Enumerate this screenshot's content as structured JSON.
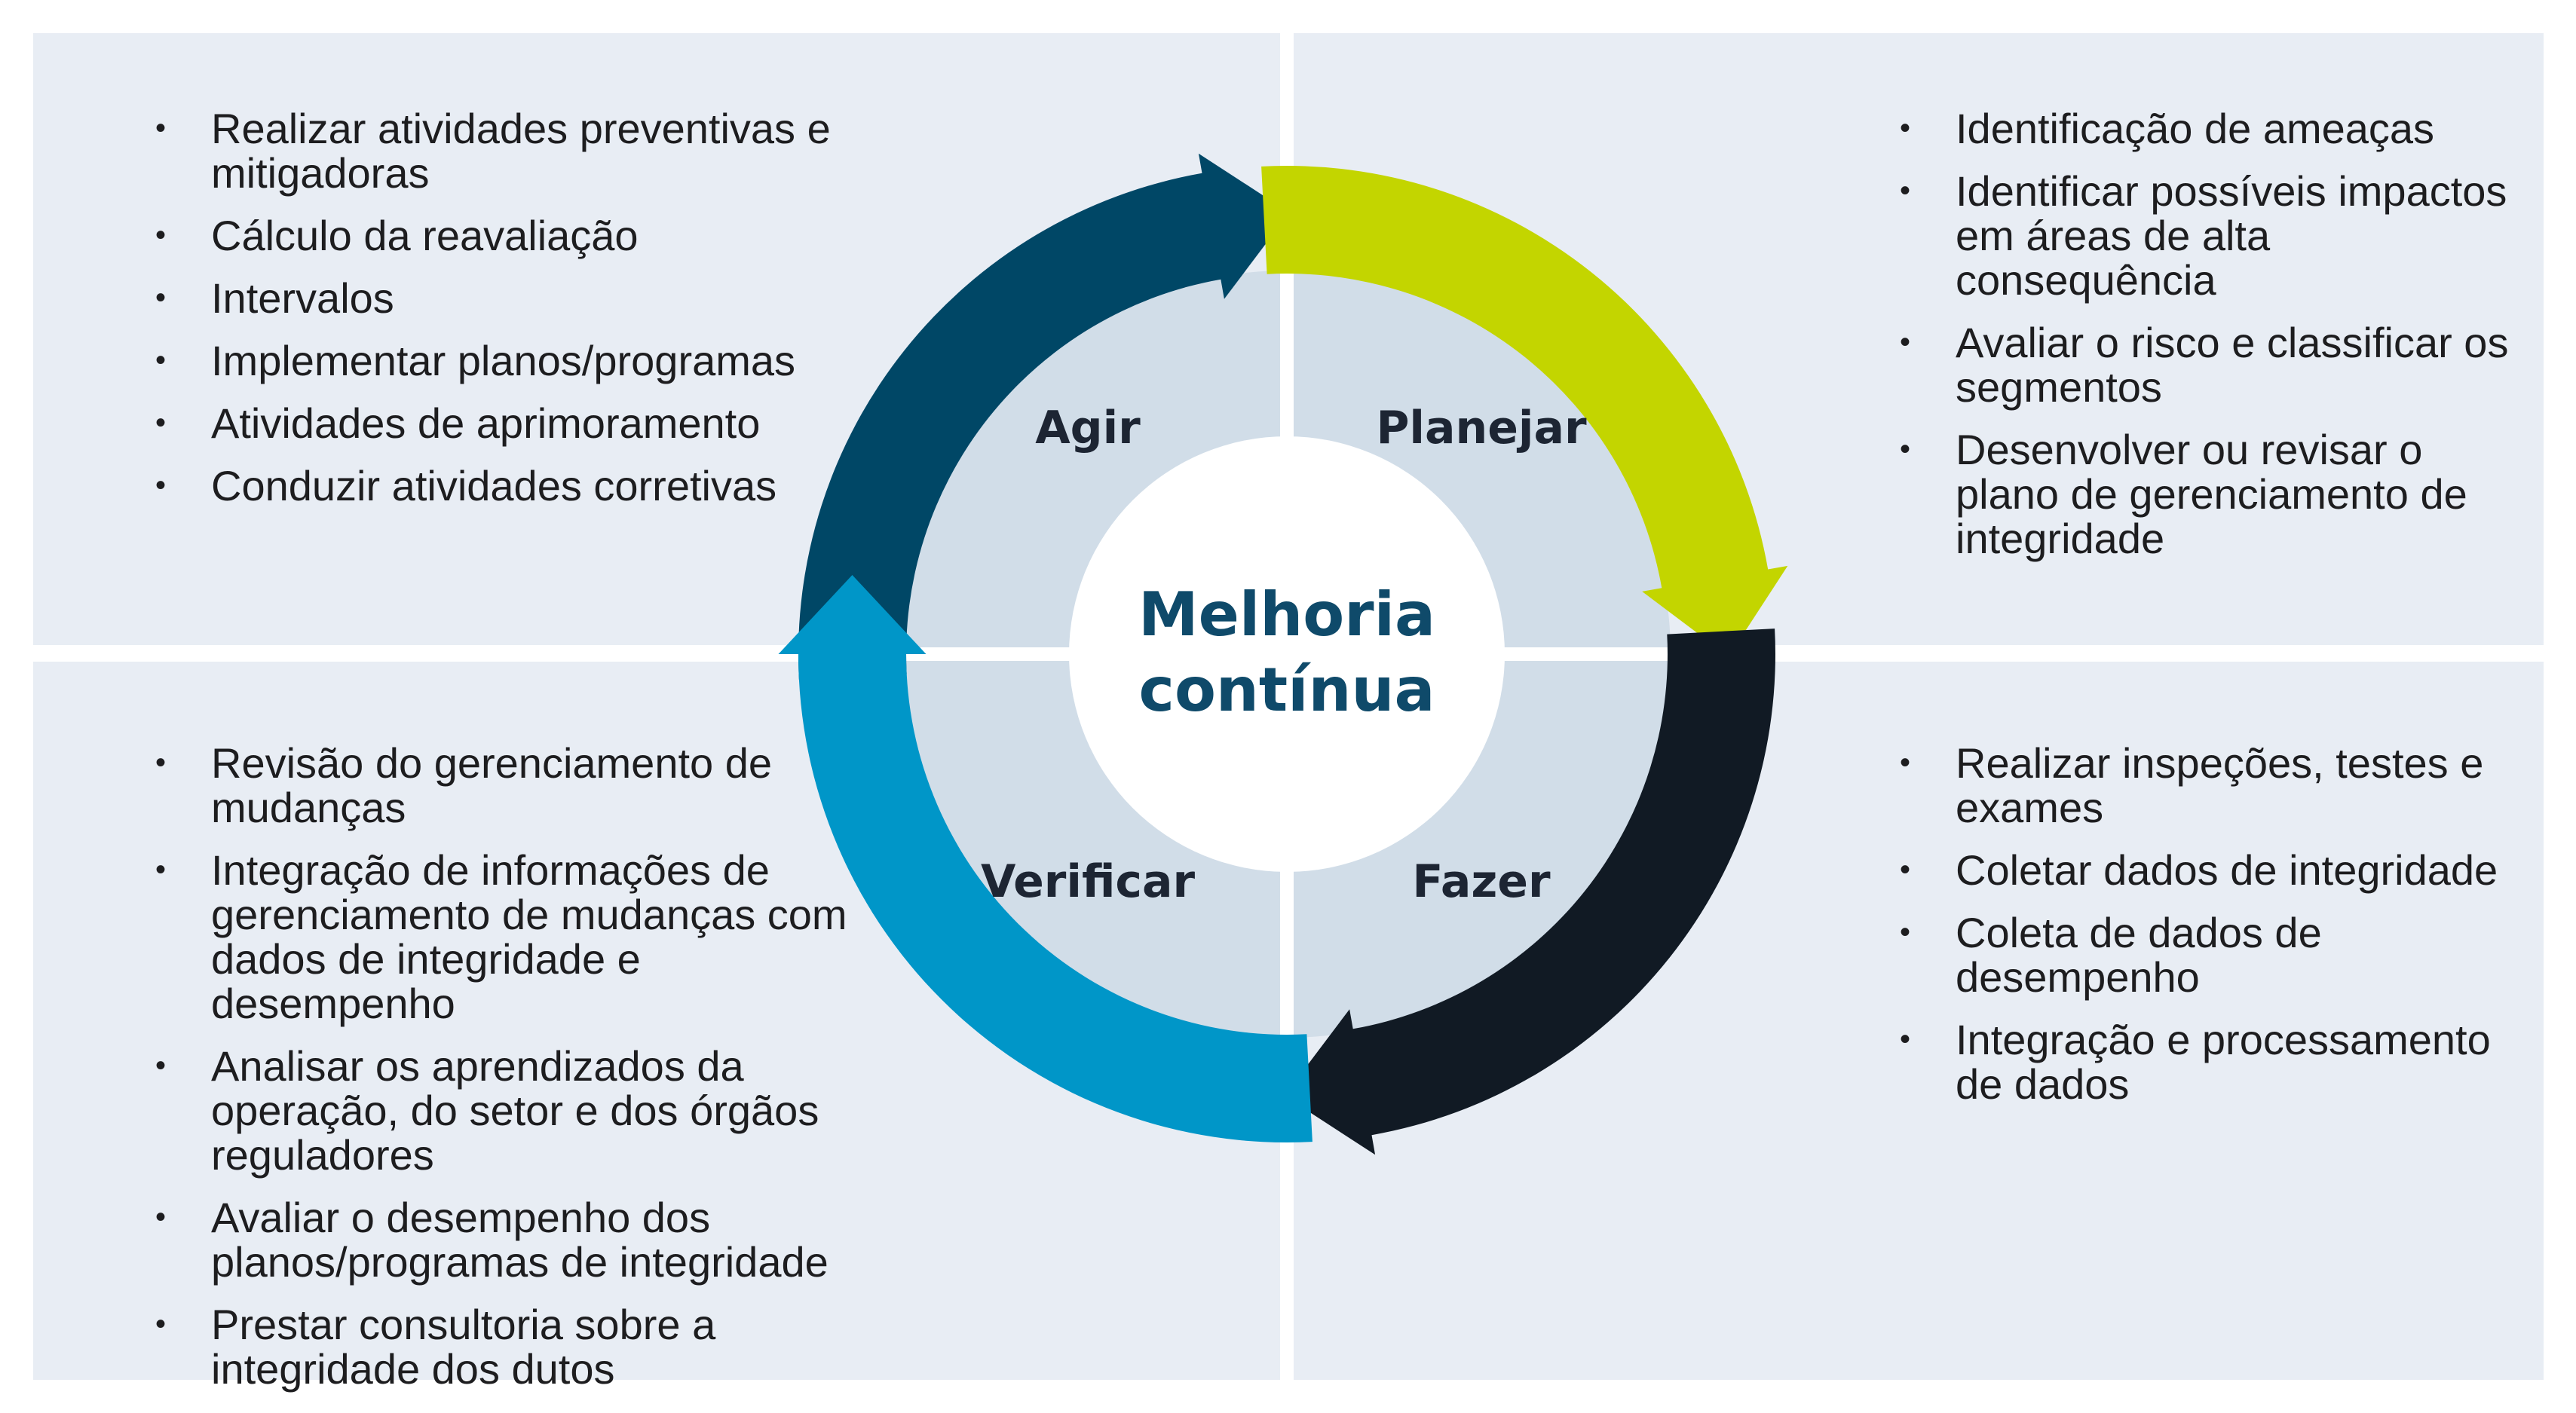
{
  "center": {
    "line1": "Melhoria",
    "line2": "contínua"
  },
  "phases": {
    "act": "Agir",
    "plan": "Planejar",
    "do": "Fazer",
    "check": "Verificar"
  },
  "colors": {
    "act": "#004766",
    "plan": "#c3d500",
    "do": "#111a24",
    "check": "#0096c8",
    "panel": "#e8edf4",
    "inner_ring": "#d1dde8",
    "center_text": "#0f4a6a"
  },
  "lists": {
    "act": [
      "Realizar atividades preventivas e mitigadoras",
      "Cálculo da reavaliação",
      "Intervalos",
      "Implementar planos/programas",
      "Atividades de aprimoramento",
      "Conduzir atividades corretivas"
    ],
    "plan": [
      "Identificação de ameaças",
      "Identificar possíveis impactos em áreas de alta consequência",
      "Avaliar o risco e classificar os segmentos",
      "Desenvolver ou revisar o plano de gerenciamento de integridade"
    ],
    "check": [
      "Revisão do gerenciamento de mudanças",
      "Integração de informações de gerenciamento de mudanças com dados de integridade e desempenho",
      "Analisar os aprendizados da operação, do setor e dos órgãos reguladores",
      "Avaliar o desempenho dos planos/programas de integridade",
      "Prestar consultoria sobre a integridade dos dutos"
    ],
    "do": [
      "Realizar inspeções, testes e exames",
      "Coletar dados de integridade",
      "Coleta de dados de desempenho",
      "Integração e processamento de dados"
    ]
  }
}
